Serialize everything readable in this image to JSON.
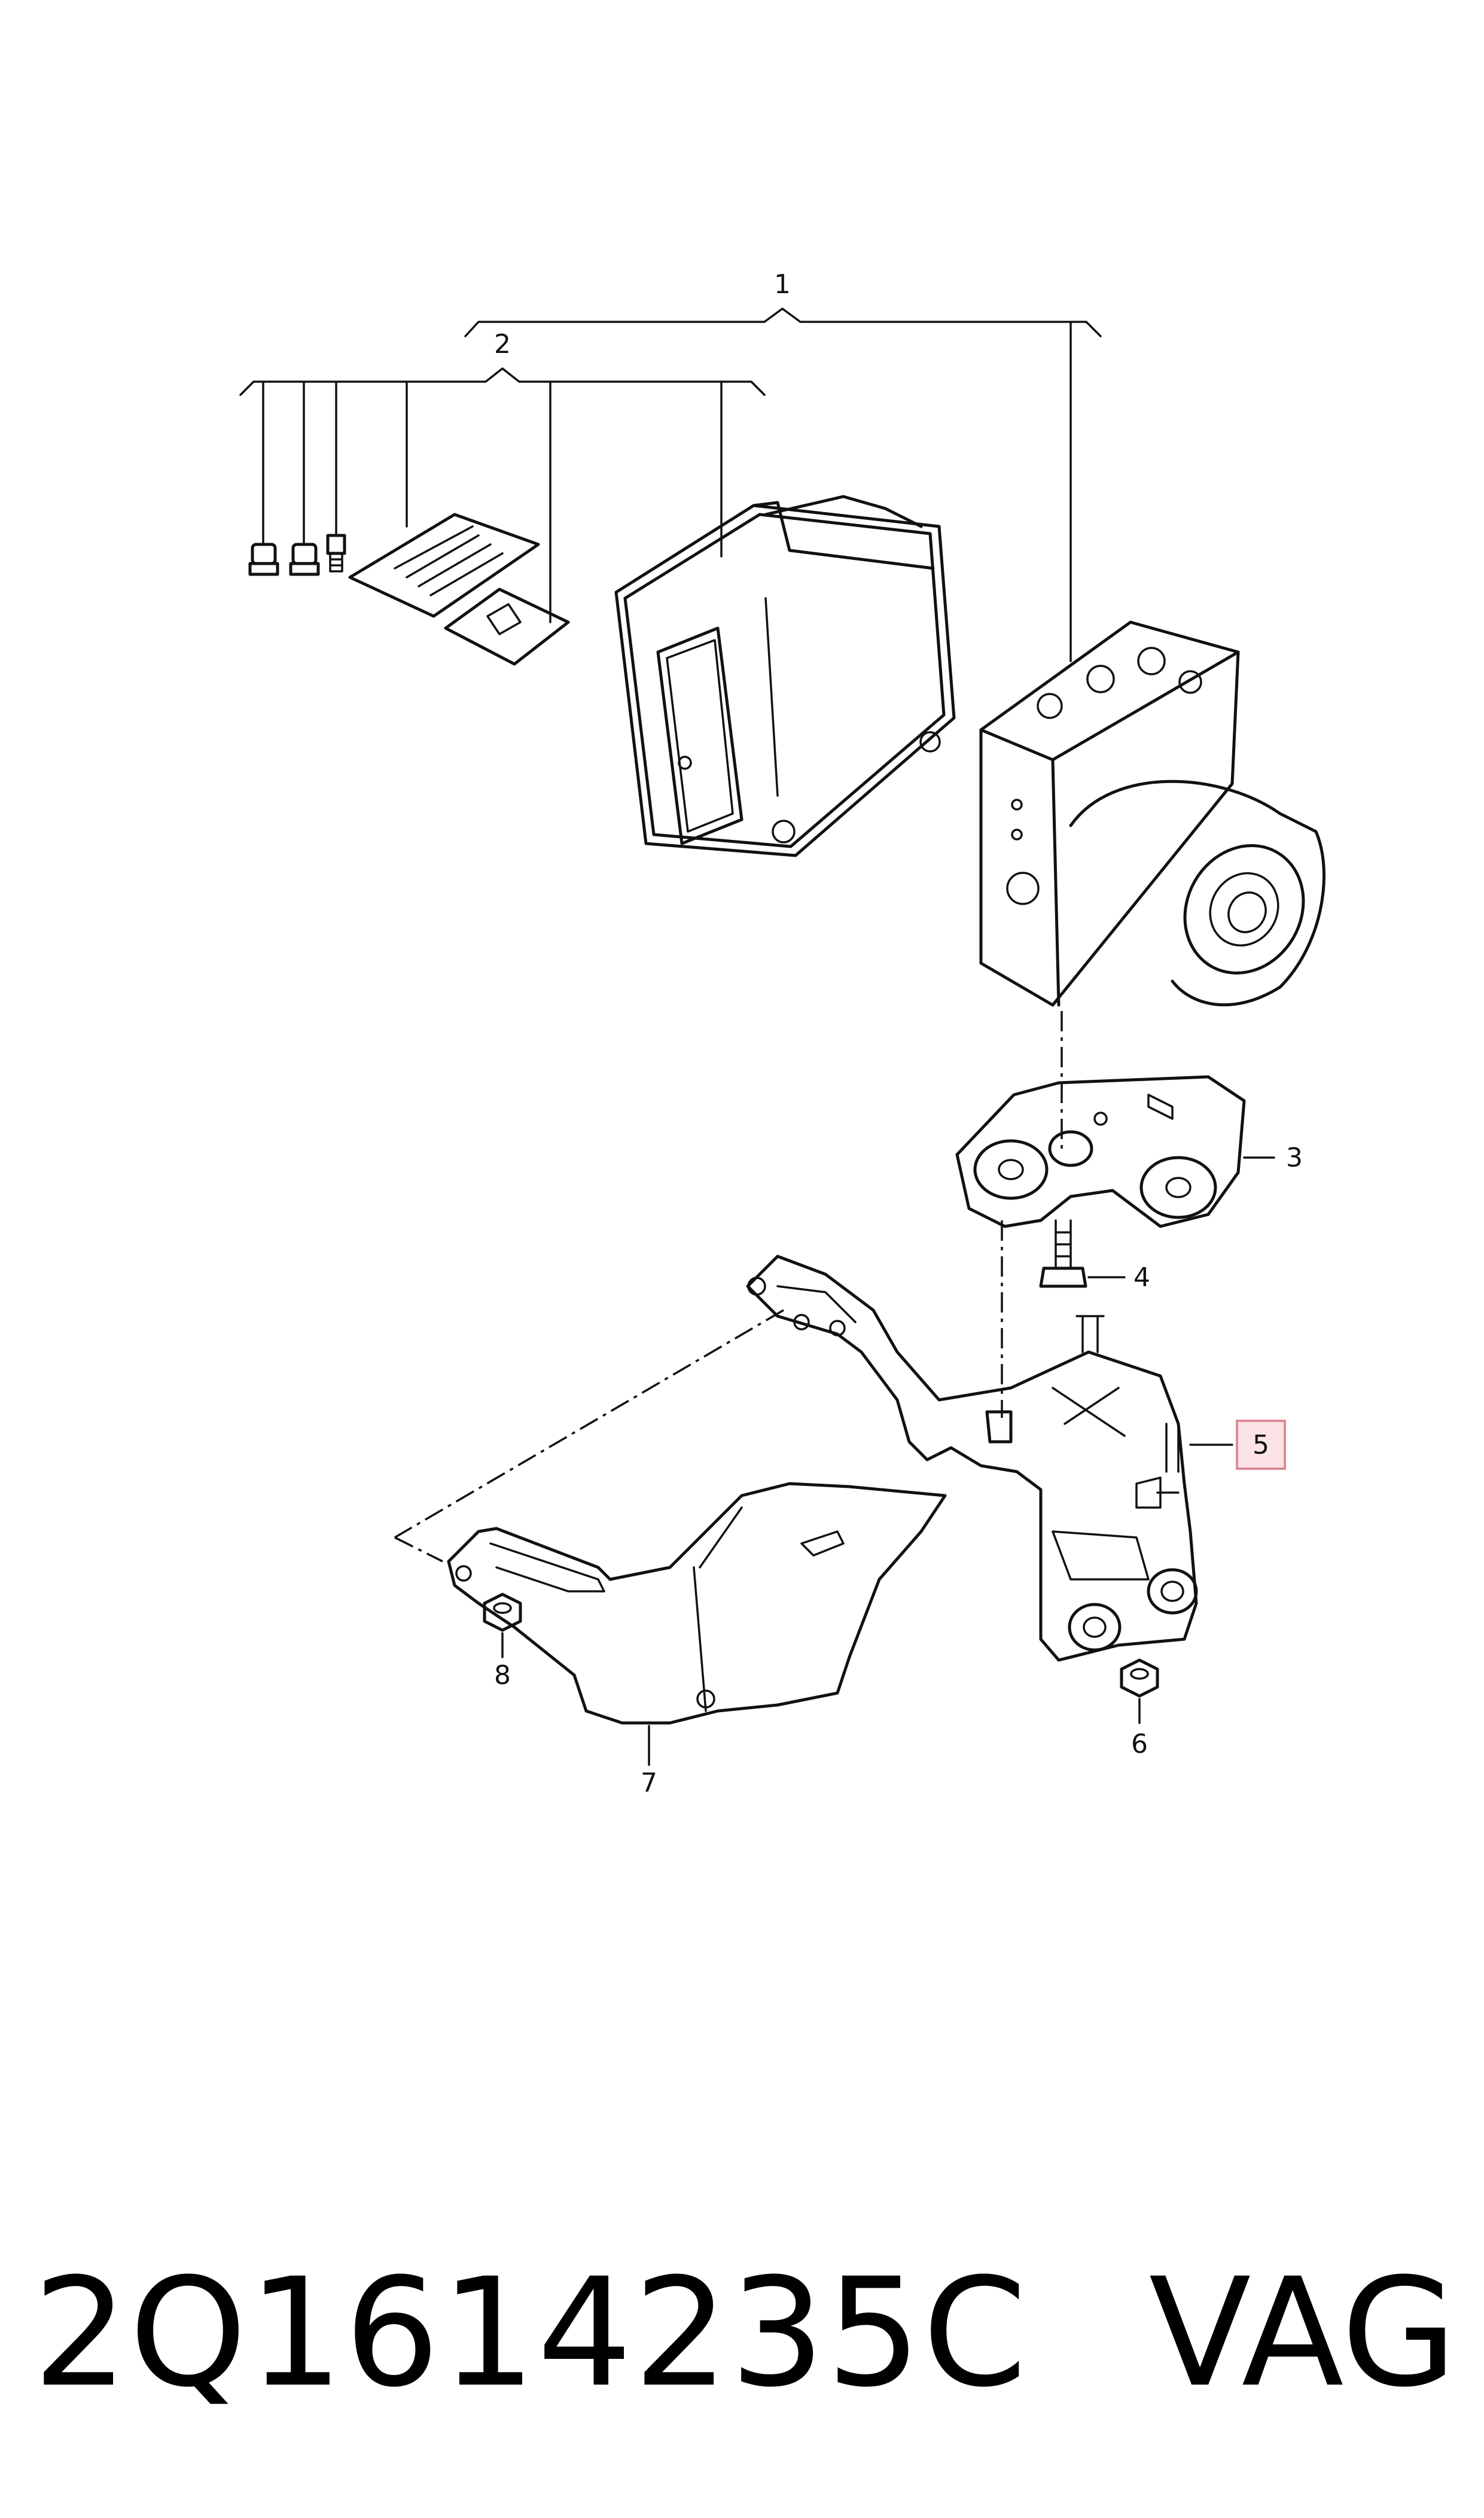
{
  "callouts": {
    "c1": "1",
    "c2": "2",
    "c3": "3",
    "c4": "4",
    "c5": "5",
    "c6": "6",
    "c7": "7",
    "c8": "8"
  },
  "highlight": {
    "callout": "5",
    "fill": "#fbe3e6",
    "stroke": "#e08a98"
  },
  "footer": {
    "part_number": "2Q1614235C",
    "brand": "VAG"
  }
}
